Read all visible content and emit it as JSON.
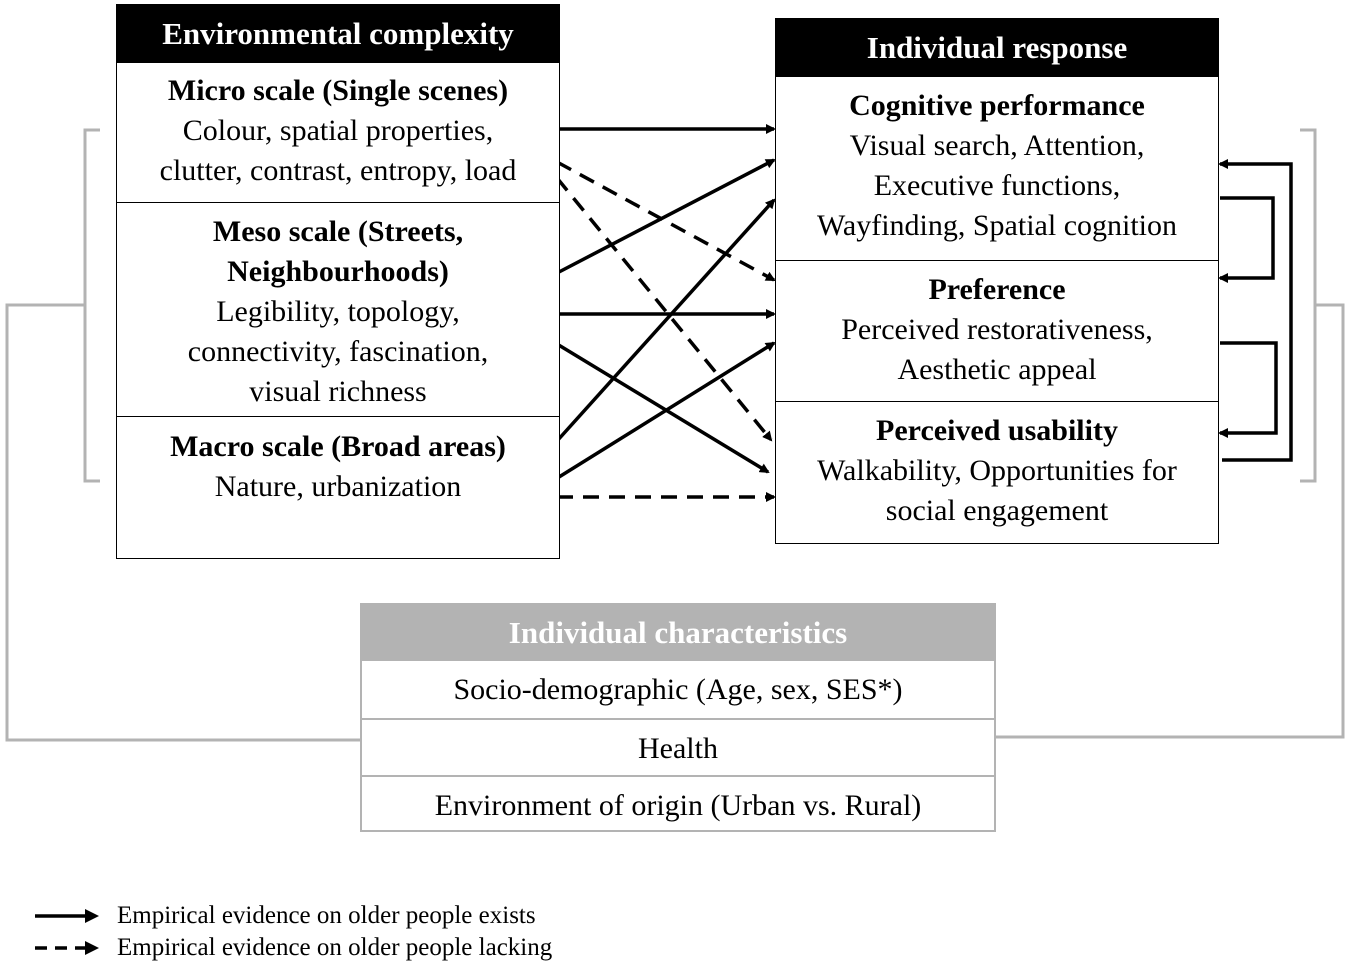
{
  "environmental_complexity": {
    "title": "Environmental complexity",
    "micro": {
      "title": "Micro scale (Single scenes)",
      "lines": [
        "Colour, spatial properties,",
        "clutter, contrast, entropy, load"
      ]
    },
    "meso": {
      "title_lines": [
        "Meso scale (Streets,",
        "Neighbourhoods)"
      ],
      "lines": [
        "Legibility, topology,",
        "connectivity, fascination,",
        "visual richness"
      ]
    },
    "macro": {
      "title": "Macro scale (Broad areas)",
      "lines": [
        "Nature, urbanization"
      ]
    }
  },
  "individual_response": {
    "title": "Individual response",
    "cognitive": {
      "title": "Cognitive performance",
      "lines": [
        "Visual search, Attention,",
        "Executive functions,",
        "Wayfinding, Spatial cognition"
      ]
    },
    "preference": {
      "title": "Preference",
      "lines": [
        "Perceived restorativeness,",
        "Aesthetic appeal"
      ]
    },
    "usability": {
      "title": "Perceived usability",
      "lines": [
        "Walkability, Opportunities for",
        "social engagement"
      ]
    }
  },
  "individual_characteristics": {
    "title": "Individual characteristics",
    "rows": [
      "Socio-demographic (Age, sex, SES*)",
      "Health",
      "Environment of origin (Urban vs. Rural)"
    ]
  },
  "legend": {
    "solid": "Empirical evidence on older people exists",
    "dashed": "Empirical evidence on older people lacking"
  },
  "colors": {
    "primary": "#000000",
    "secondary": "#b3b3b3"
  }
}
